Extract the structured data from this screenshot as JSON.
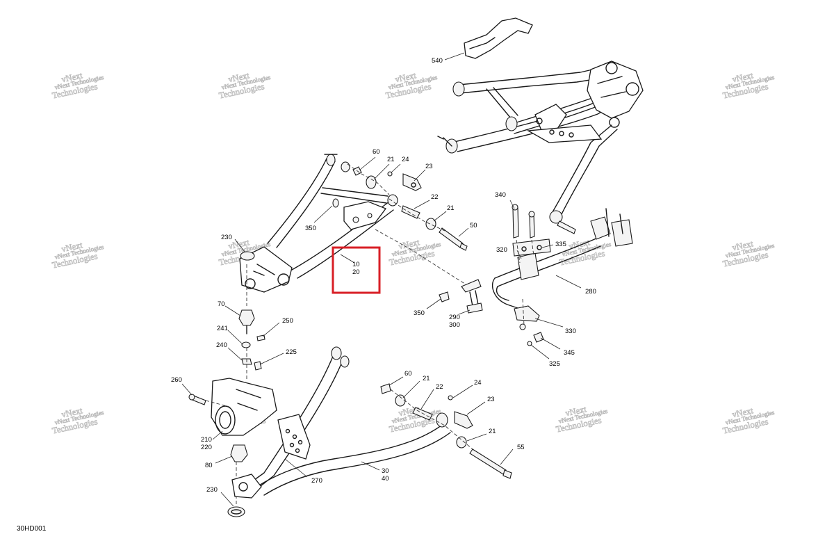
{
  "diagram": {
    "document_code": "30HD001",
    "watermark": {
      "line1": "vNext",
      "line2": "vNext Technologies",
      "line3": "Technologies"
    },
    "callouts": [
      {
        "id": "c-540",
        "text": "540"
      },
      {
        "id": "c-60a",
        "text": "60"
      },
      {
        "id": "c-21a",
        "text": "21"
      },
      {
        "id": "c-24a",
        "text": "24"
      },
      {
        "id": "c-23a",
        "text": "23"
      },
      {
        "id": "c-22a",
        "text": "22"
      },
      {
        "id": "c-21b",
        "text": "21"
      },
      {
        "id": "c-50",
        "text": "50"
      },
      {
        "id": "c-350a",
        "text": "350"
      },
      {
        "id": "c-230a",
        "text": "230"
      },
      {
        "id": "c-10",
        "text": "10"
      },
      {
        "id": "c-20",
        "text": "20"
      },
      {
        "id": "c-340",
        "text": "340"
      },
      {
        "id": "c-335",
        "text": "335"
      },
      {
        "id": "c-320",
        "text": "320"
      },
      {
        "id": "c-280",
        "text": "280"
      },
      {
        "id": "c-350b",
        "text": "350"
      },
      {
        "id": "c-290",
        "text": "290"
      },
      {
        "id": "c-300",
        "text": "300"
      },
      {
        "id": "c-330",
        "text": "330"
      },
      {
        "id": "c-345",
        "text": "345"
      },
      {
        "id": "c-325",
        "text": "325"
      },
      {
        "id": "c-70",
        "text": "70"
      },
      {
        "id": "c-250",
        "text": "250"
      },
      {
        "id": "c-241",
        "text": "241"
      },
      {
        "id": "c-240",
        "text": "240"
      },
      {
        "id": "c-225",
        "text": "225"
      },
      {
        "id": "c-260",
        "text": "260"
      },
      {
        "id": "c-60b",
        "text": "60"
      },
      {
        "id": "c-21c",
        "text": "21"
      },
      {
        "id": "c-22b",
        "text": "22"
      },
      {
        "id": "c-24b",
        "text": "24"
      },
      {
        "id": "c-23b",
        "text": "23"
      },
      {
        "id": "c-21d",
        "text": "21"
      },
      {
        "id": "c-55",
        "text": "55"
      },
      {
        "id": "c-210",
        "text": "210"
      },
      {
        "id": "c-220",
        "text": "220"
      },
      {
        "id": "c-80",
        "text": "80"
      },
      {
        "id": "c-270",
        "text": "270"
      },
      {
        "id": "c-30",
        "text": "30"
      },
      {
        "id": "c-40",
        "text": "40"
      },
      {
        "id": "c-230b",
        "text": "230"
      }
    ],
    "highlight_color": "#d81f26",
    "line_color": "#1a1a1a"
  }
}
